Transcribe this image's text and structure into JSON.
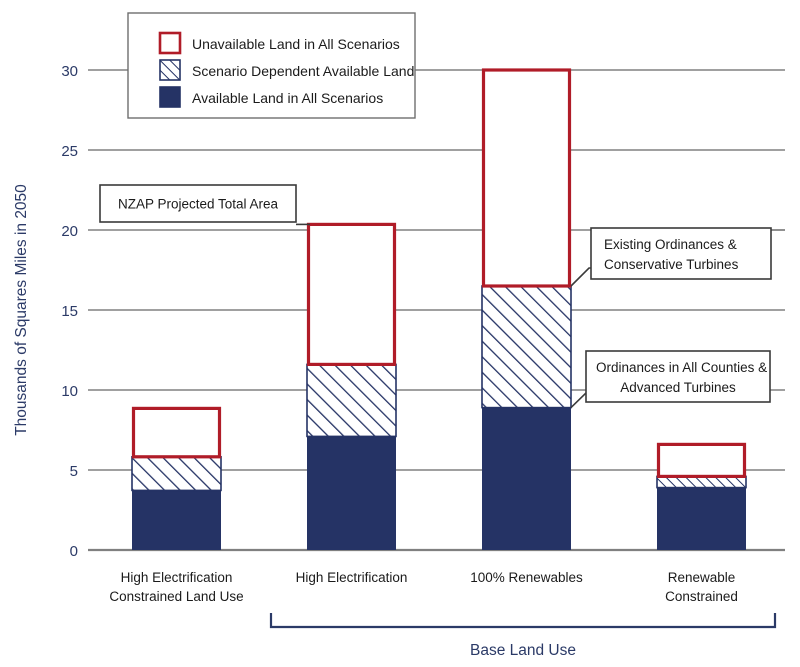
{
  "chart_data": {
    "type": "bar",
    "subtype": "stacked-bar-with-outline-total",
    "title": "",
    "xlabel": "",
    "ylabel": "Thousands of Squares Miles in 2050",
    "ylim": [
      0,
      30
    ],
    "ytick_step": 5,
    "yticks": [
      "0",
      "5",
      "10",
      "15",
      "20",
      "25",
      "30"
    ],
    "grid": "horizontal",
    "legend_position": "top-left-inside",
    "categories": [
      "High Electrification\nConstrained Land Use",
      "High Electrification",
      "100% Renewables",
      "Renewable\nConstrained"
    ],
    "category_lines": [
      [
        "High Electrification",
        "Constrained Land Use"
      ],
      [
        "High Electrification"
      ],
      [
        "100% Renewables"
      ],
      [
        "Renewable",
        "Constrained"
      ]
    ],
    "series": [
      {
        "name": "Available Land in All Scenarios",
        "style": "solid-navy",
        "color": "#253365",
        "values": [
          3.8,
          7.1,
          8.9,
          3.9
        ]
      },
      {
        "name": "Scenario Dependent Available Land",
        "style": "navy-hatch-on-white",
        "color": "#253365",
        "values": [
          2.1,
          4.5,
          7.6,
          0.7
        ],
        "cumulative_top": [
          5.9,
          11.6,
          16.5,
          4.6
        ]
      },
      {
        "name": "Unavailable Land in All Scenarios",
        "style": "red-outline-empty",
        "color": "#b01c28",
        "values": [
          3.1,
          8.9,
          13.5,
          2.0
        ],
        "cumulative_top": [
          9.0,
          20.5,
          30.0,
          6.6
        ]
      }
    ],
    "totals": [
      9.0,
      20.5,
      30.0,
      6.6
    ],
    "annotations": [
      {
        "id": "nzap-total-area",
        "text_lines": [
          "NZAP Projected Total Area"
        ],
        "points_to": "bar-2-total-top"
      },
      {
        "id": "existing-ordinances",
        "text_lines": [
          "Existing Ordinances &",
          "Conservative Turbines"
        ],
        "points_to": "bar-3-scenario-dependent-top"
      },
      {
        "id": "ordinances-all-counties",
        "text_lines": [
          "Ordinances in All Counties &",
          "Advanced Turbines"
        ],
        "points_to": "bar-3-available-top"
      }
    ],
    "group_bracket": {
      "label": "Base Land Use",
      "covers_categories": [
        "High Electrification",
        "100% Renewables",
        "Renewable Constrained"
      ]
    }
  },
  "legend": {
    "items": [
      {
        "label": "Unavailable Land in All Scenarios",
        "swatch": "red-outline-swatch"
      },
      {
        "label": "Scenario Dependent Available Land",
        "swatch": "hatch-swatch"
      },
      {
        "label": "Available Land in All Scenarios",
        "swatch": "navy-solid-swatch"
      }
    ]
  },
  "axis": {
    "y_title": "Thousands of Squares Miles in 2050",
    "y_ticks": [
      "30",
      "25",
      "20",
      "15",
      "10",
      "5",
      "0"
    ]
  },
  "categories": {
    "c1_line1": "High Electrification",
    "c1_line2": "Constrained Land Use",
    "c2_line1": "High Electrification",
    "c3_line1": "100% Renewables",
    "c4_line1": "Renewable",
    "c4_line2": "Constrained"
  },
  "callouts": {
    "nzap_line1": "NZAP Projected Total Area",
    "existing_line1": "Existing Ordinances &",
    "existing_line2": "Conservative Turbines",
    "ordinances_line1": "Ordinances in All Counties &",
    "ordinances_line2": "Advanced Turbines"
  },
  "group": {
    "bracket_label": "Base Land Use"
  },
  "colors": {
    "navy": "#253365",
    "red": "#b01c28",
    "grid": "#808080",
    "text_navy": "#2b3a67",
    "box_border": "#3a3a3a"
  }
}
